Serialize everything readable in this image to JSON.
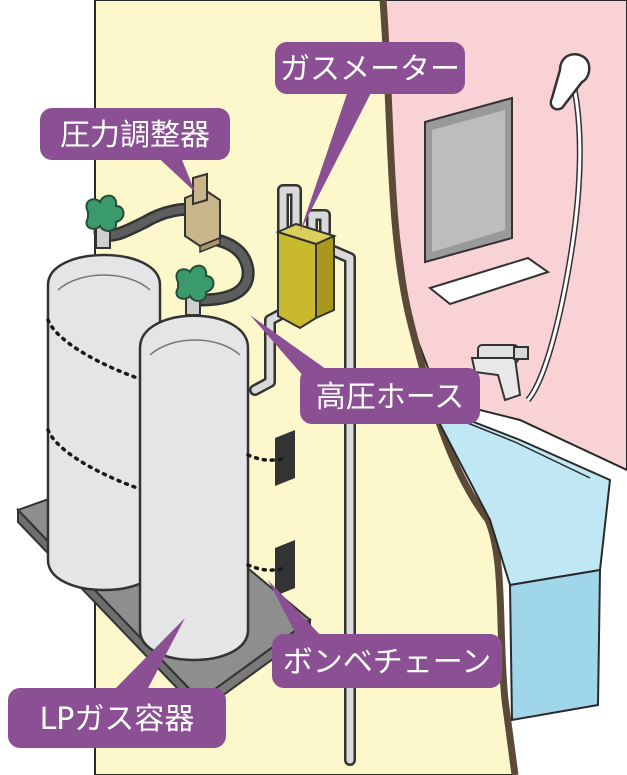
{
  "labels": {
    "gas_meter": "ガスメーター",
    "pressure_regulator": "圧力調整器",
    "high_pressure_hose": "高圧ホース",
    "cylinder_chain": "ボンベチェーン",
    "lp_gas_container": "LPガス容器"
  },
  "colors": {
    "label_fill": "#8b4f93",
    "wall_yellow": "#fdf8cc",
    "wall_pink": "#f8d2d4",
    "tub_blue": "#bfe7f4",
    "cylinder_gray": "#e4e5e6",
    "valve_green": "#3a9a6c",
    "meter_yellow": "#c9b92e",
    "regulator_tan": "#c8b58a"
  }
}
